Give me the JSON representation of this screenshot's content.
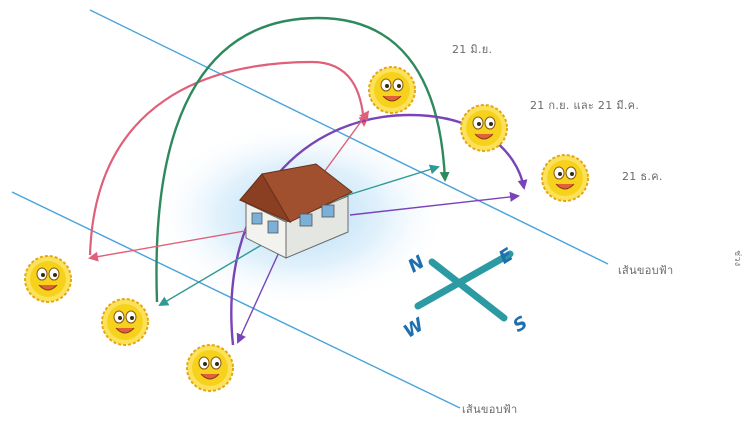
{
  "sun_path_labels": {
    "june_21": "21 มิ.ย.",
    "equinox": "21 ก.ย. และ 21 มี.ค.",
    "december_21": "21 ธ.ค."
  },
  "horizon_labels": {
    "upper": "เส้นขอบฟ้า",
    "lower": "เส้นขอบฟ้า"
  },
  "compass": {
    "north": "N",
    "east": "E",
    "west": "W",
    "south": "S"
  },
  "side_text": "ช่วง",
  "colors": {
    "june_path": "#e0607a",
    "equinox_path": "#2e8a5c",
    "december_path": "#7a44b8",
    "horizon": "#4aa3dd",
    "compass": "#2b9aa2",
    "sun": "#f7d21c",
    "glow": "#bfe0f6"
  }
}
